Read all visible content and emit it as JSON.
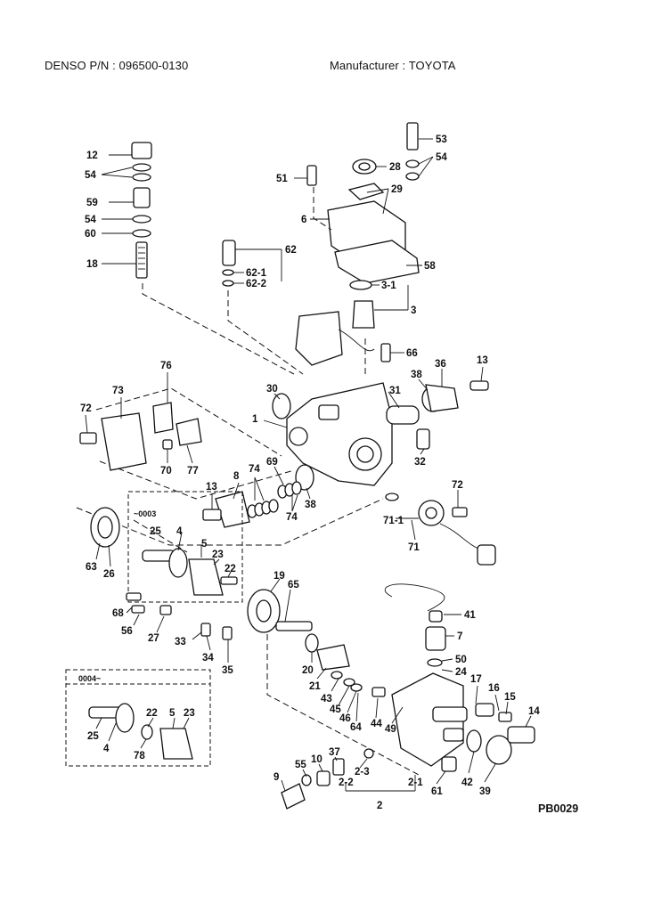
{
  "header": {
    "part_number": "DENSO P/N : 096500-0130",
    "manufacturer": "Manufacturer : TOYOTA"
  },
  "diagram": {
    "figure_code": "PB0029",
    "inset_serial_before": "~0003",
    "inset_serial_after": "0004~",
    "labels": [
      "12",
      "54",
      "59",
      "54",
      "60",
      "18",
      "53",
      "28",
      "54",
      "51",
      "29",
      "6",
      "62",
      "62-1",
      "62-2",
      "58",
      "3-1",
      "3",
      "66",
      "76",
      "73",
      "72",
      "30",
      "1",
      "31",
      "38",
      "36",
      "13",
      "70",
      "77",
      "74",
      "69",
      "8",
      "13",
      "74",
      "38",
      "32",
      "72",
      "71-1",
      "71",
      "~0003",
      "25",
      "4",
      "5",
      "23",
      "22",
      "63",
      "26",
      "19",
      "65",
      "68",
      "56",
      "27",
      "33",
      "34",
      "35",
      "41",
      "7",
      "50",
      "24",
      "20",
      "21",
      "43",
      "45",
      "46",
      "64",
      "44",
      "17",
      "16",
      "15",
      "14",
      "49",
      "0004~",
      "22",
      "5",
      "23",
      "25",
      "4",
      "78",
      "9",
      "55",
      "10",
      "37",
      "2-3",
      "2-2",
      "2-1",
      "2",
      "61",
      "42",
      "39",
      "PB0029"
    ]
  }
}
